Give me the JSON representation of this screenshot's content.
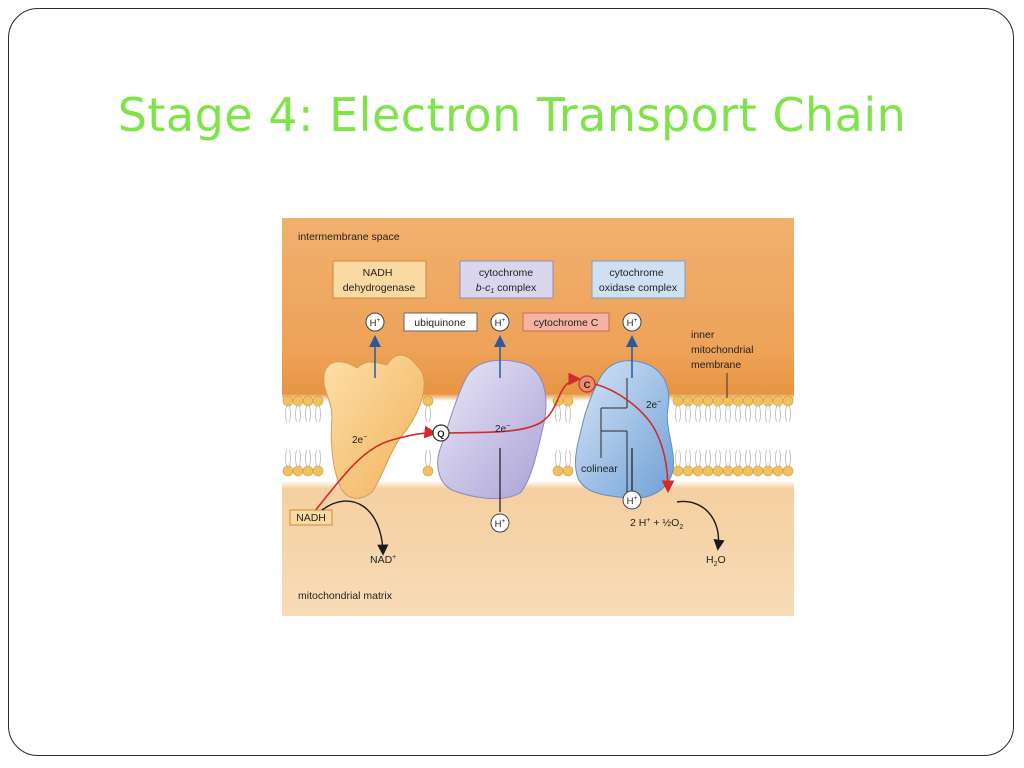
{
  "slide": {
    "title": "Stage 4: Electron Transport Chain"
  },
  "diagram": {
    "regions": {
      "top": "intermembrane space",
      "bottom": "mitochondrial matrix",
      "membrane": [
        "inner",
        "mitochondrial",
        "membrane"
      ]
    },
    "complexes": {
      "nadh_dehydrogenase": [
        "NADH",
        "dehydrogenase"
      ],
      "cytochrome_bc1": {
        "line1": "cytochrome",
        "line2_italic": "b-c",
        "line2_sub": "1",
        "line2_rest": " complex"
      },
      "cytochrome_oxidase": [
        "cytochrome",
        "oxidase complex"
      ]
    },
    "carriers": {
      "ubiquinone": "ubiquinone",
      "cytochrome_c": "cytochrome C",
      "q_symbol": "Q",
      "c_symbol": "C"
    },
    "proton": {
      "base": "H",
      "sup": "+"
    },
    "electrons": {
      "base": "2e",
      "sup": "−"
    },
    "colinear": "colinear",
    "nadh": "NADH",
    "nad_plus": {
      "base": "NAD",
      "sup": "+"
    },
    "reaction": {
      "part1": "2 H",
      "part1_sup": "+",
      "part2": " + ½O",
      "part2_sub": "2"
    },
    "water": {
      "base": "H",
      "sub": "2",
      "rest": "O"
    },
    "colors": {
      "intermembrane": "#f2b06a",
      "membrane_band": "#e8913a",
      "matrix": "#f7d8b0",
      "complex_one": "#f6c47c",
      "complex_three": "#c7c3e6",
      "complex_four": "#9fc0e6",
      "electron_path": "#d42a2a",
      "proton_arrow": "#2a5a9a"
    }
  }
}
